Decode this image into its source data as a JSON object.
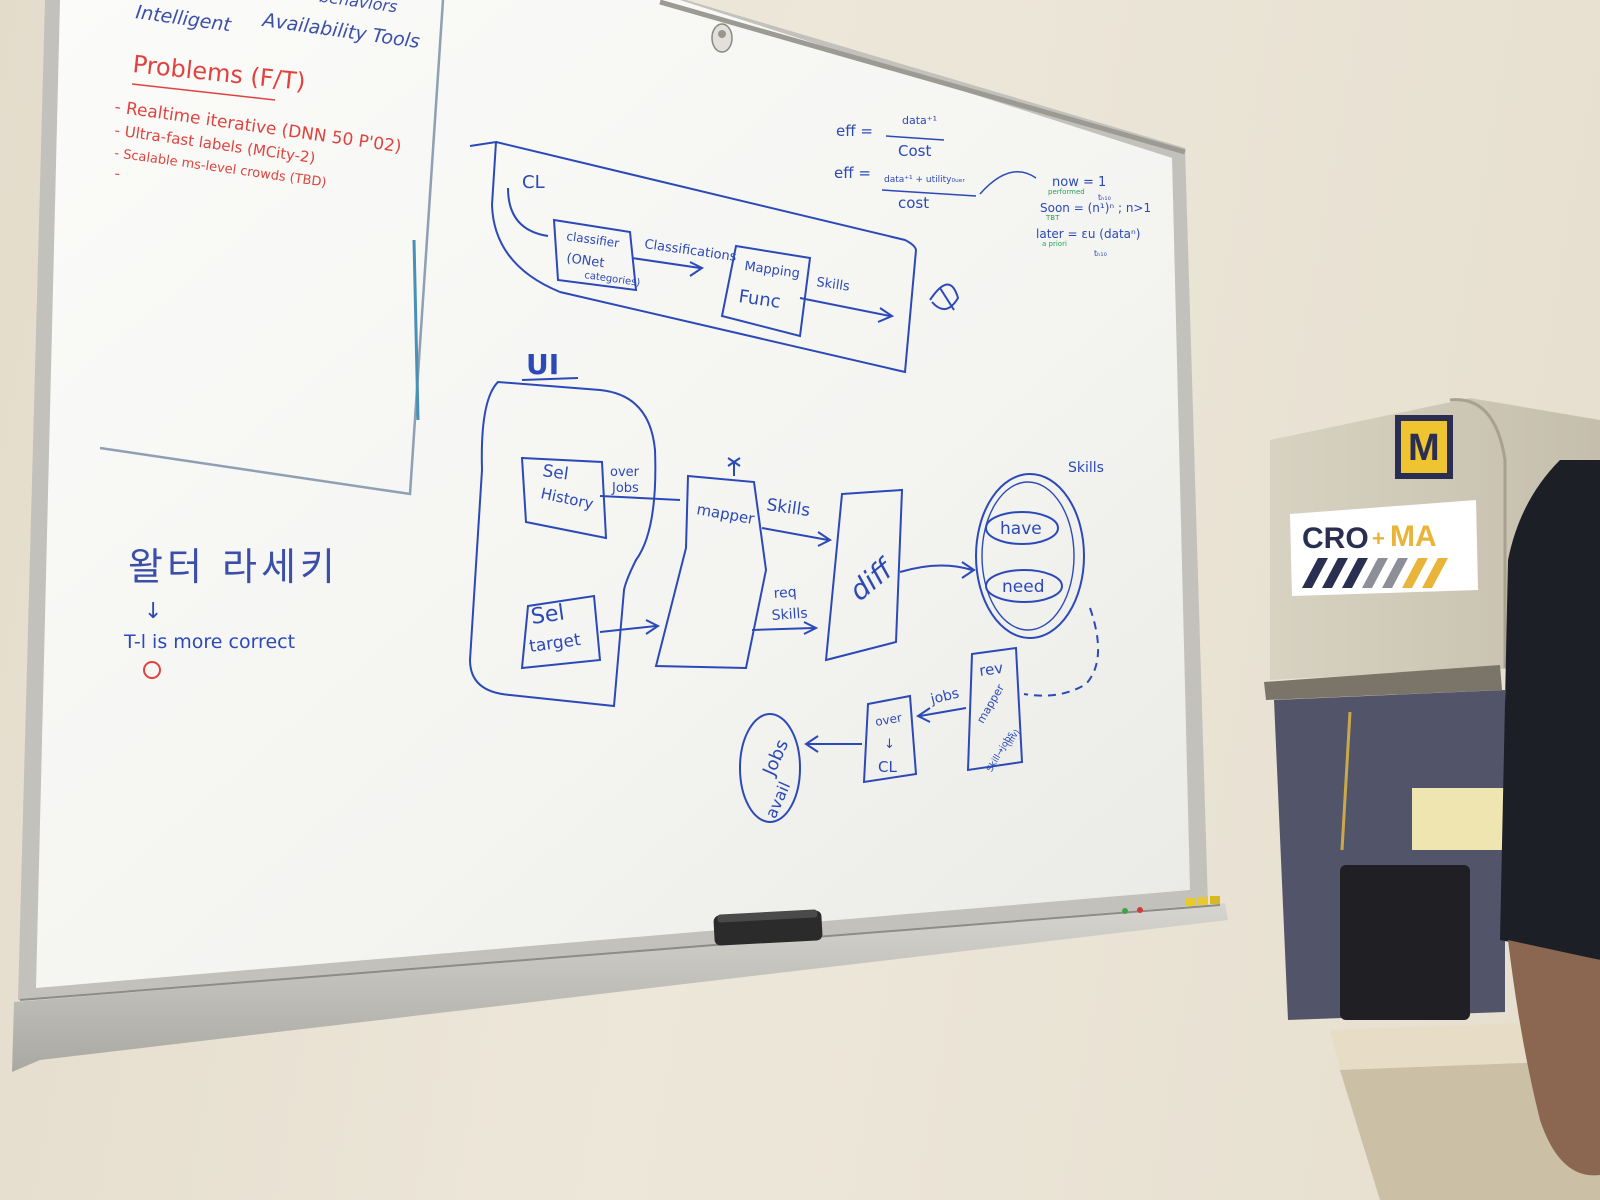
{
  "notes_panel": {
    "heading_lines": [
      "Intelligent",
      "Availability Tools"
    ],
    "top_partial": "- behaviors",
    "problems_title": "Problems (F/T)",
    "problems": [
      "- Realtime iterative (DNN 50 P'02)",
      "- Ultra-fast labels (MCity-2)",
      "- Scalable ms-level crowds (TBD)",
      "-"
    ]
  },
  "korean_note": {
    "phrase": "왈터 라세키",
    "marker": "↓",
    "correction": "T-l is more correct"
  },
  "top_diagram": {
    "label": "CL",
    "classifier": [
      "classifier",
      "(ONet",
      "categories)"
    ],
    "classifications": "Classifications",
    "mapping": [
      "Mapping",
      "Func"
    ],
    "skills": "Skills"
  },
  "formulas": {
    "eff1_lhs": "eff =",
    "eff1_num": "data⁺¹",
    "eff1_den": "Cost",
    "eff2_lhs": "eff =",
    "eff2_num": "data⁺¹ + utility₀ᵤₑᵣ",
    "eff2_den": "cost",
    "now": "now = 1",
    "now_sub": "tₕ₁₀",
    "soon": "Soon = (n¹)ⁿ ; n>1",
    "later": "later = εu (dataⁿ)",
    "later_sub": "tₕ₁₀",
    "green1": "performed",
    "green2": "TBT",
    "green3": "a priori"
  },
  "ui_diagram": {
    "title": "UI",
    "sel_history": [
      "Sel",
      "History"
    ],
    "sel_target": [
      "Sel",
      "target"
    ],
    "over_jobs": [
      "over",
      "Jobs"
    ],
    "mapper": "mapper",
    "skills": "Skills",
    "req_skills": [
      "req",
      "Skills"
    ],
    "diff": "diff",
    "skills_circle": "Skills",
    "have": "have",
    "need": "need",
    "rev_mapper": [
      "rev",
      "mapper",
      "Skill→jobs",
      "(inv)"
    ],
    "jobs": "jobs",
    "over_cl": [
      "over",
      "↓",
      "CL"
    ],
    "jobs_avail": [
      "Jobs",
      "avail"
    ]
  },
  "sign": {
    "logo_letter": "M",
    "name_part1": "CRO",
    "plus": "+",
    "name_part2": "MA"
  },
  "colors": {
    "marker_blue": "#2c49b8",
    "marker_red": "#e0433f",
    "board": "#f7f7f5",
    "frame": "#b9b8b2",
    "sign_yellow": "#e8b53a",
    "sign_navy": "#2a2f52"
  }
}
